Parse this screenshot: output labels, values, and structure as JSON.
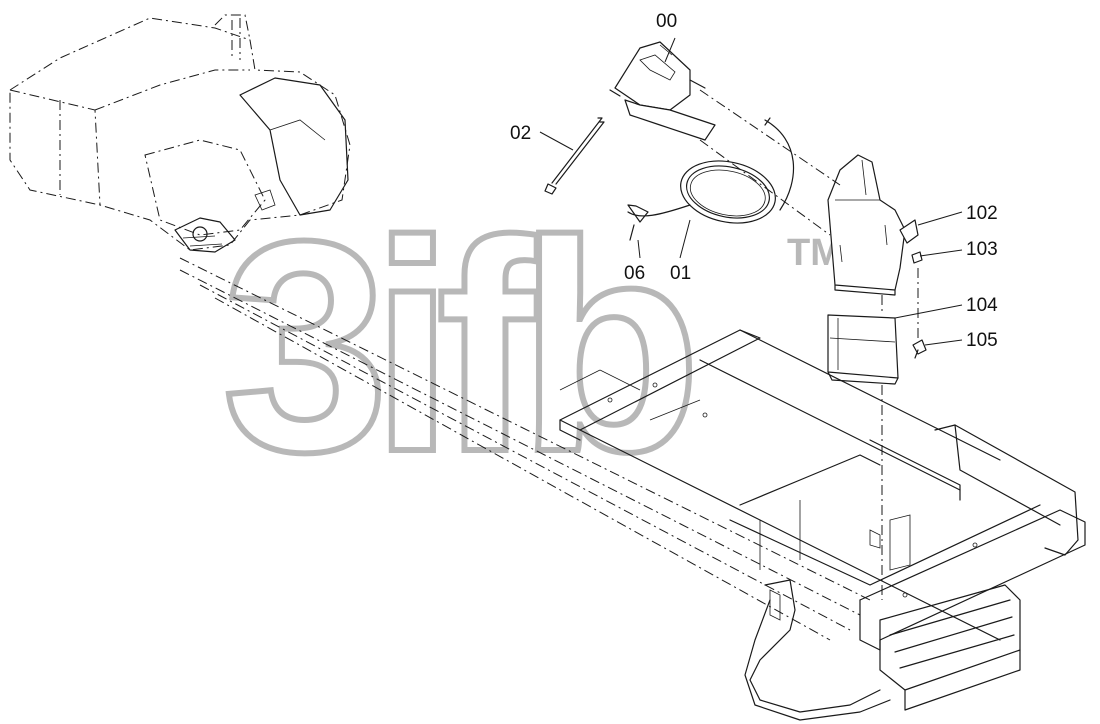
{
  "callouts": [
    {
      "id": "00",
      "text": "00"
    },
    {
      "id": "02",
      "text": "02"
    },
    {
      "id": "06",
      "text": "06"
    },
    {
      "id": "01",
      "text": "01"
    },
    {
      "id": "102",
      "text": "102"
    },
    {
      "id": "103",
      "text": "103"
    },
    {
      "id": "104",
      "text": "104"
    },
    {
      "id": "105",
      "text": "105"
    }
  ],
  "watermark": {
    "text": "3ifb",
    "mark": "TM",
    "color": "#b5b5b5"
  },
  "colors": {
    "ink": "#1a1a1a",
    "background": "#ffffff"
  }
}
